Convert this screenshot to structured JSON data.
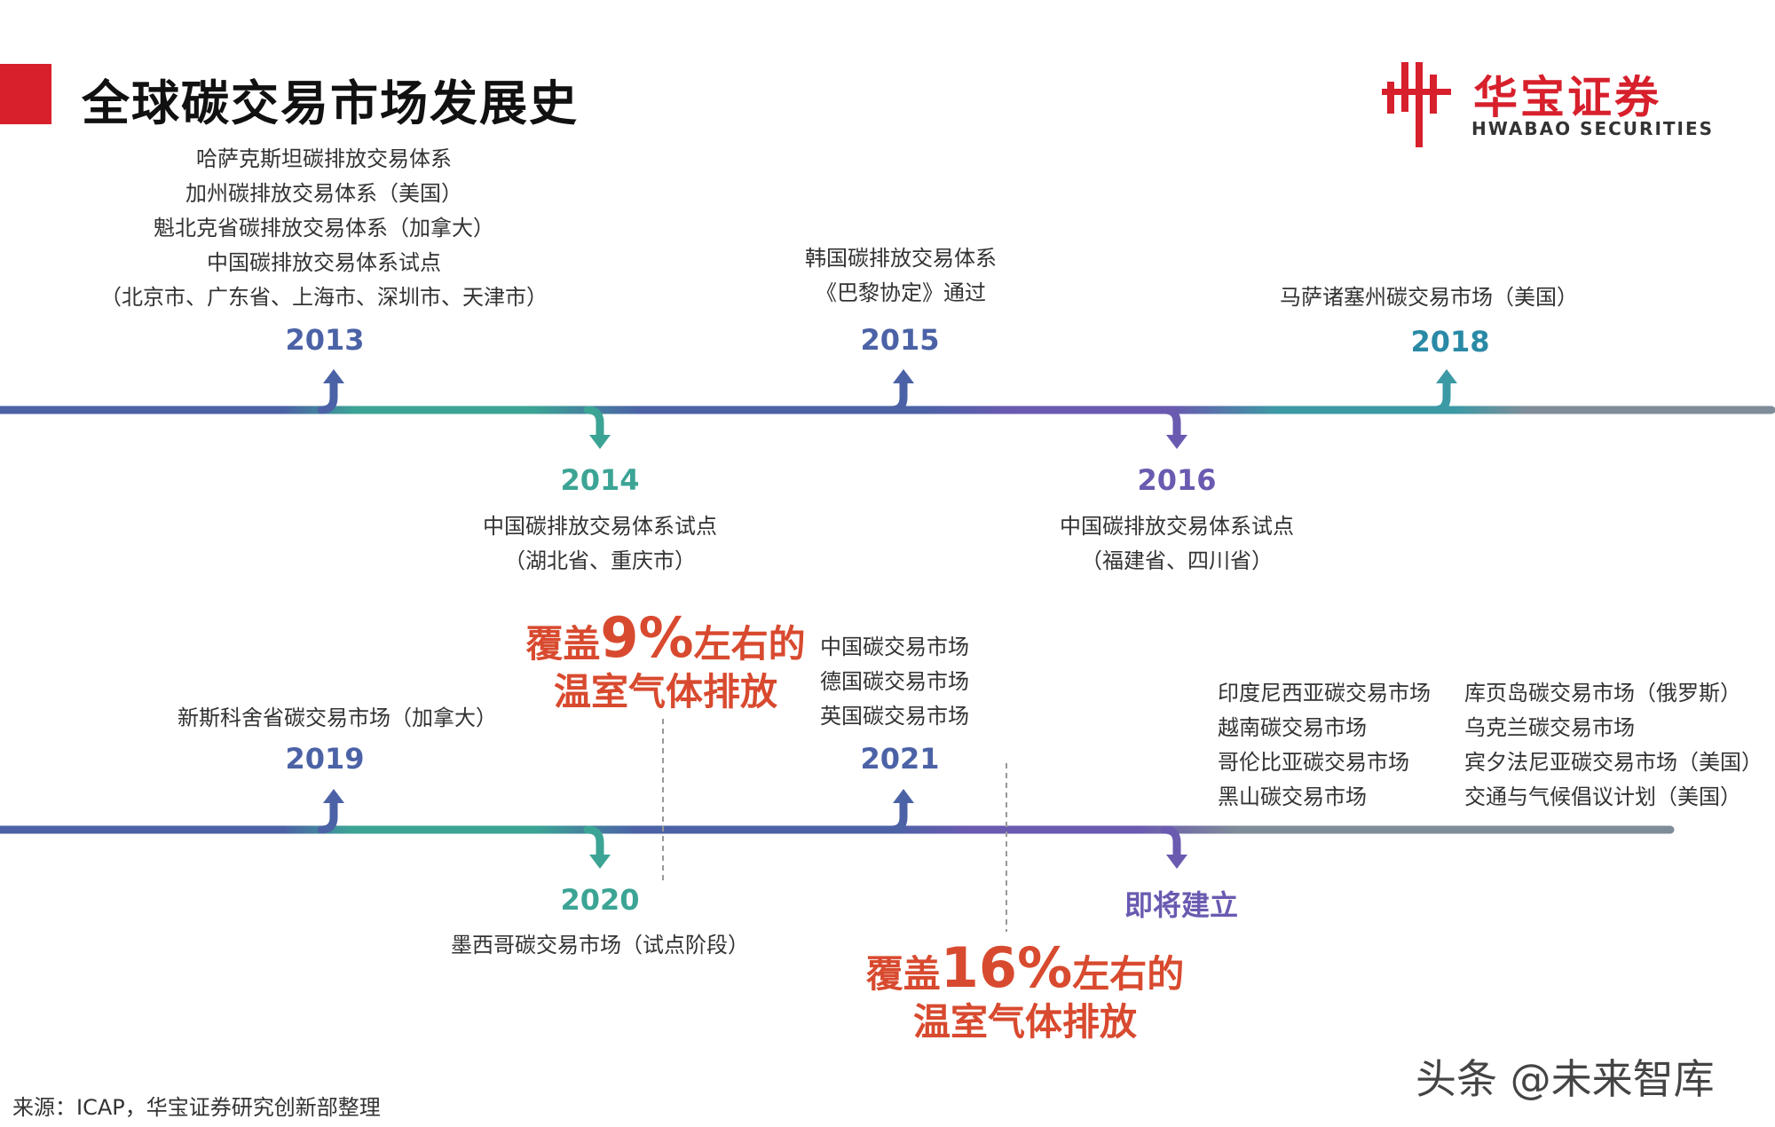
{
  "title": "全球碳交易市场发展史",
  "logo": {
    "name": "华宝证券",
    "sub": "HWABAO SECURITIES",
    "color": "#d7202c"
  },
  "colors": {
    "blue": "#4b62a6",
    "teal": "#3ca495",
    "purple": "#6a5ab0",
    "gray": "#7f8c99",
    "red": "#d84a2f"
  },
  "events": {
    "y2013": {
      "year": "2013",
      "lines": [
        "哈萨克斯坦碳排放交易体系",
        "加州碳排放交易体系（美国）",
        "魁北克省碳排放交易体系（加拿大）",
        "中国碳排放交易体系试点",
        "（北京市、广东省、上海市、深圳市、天津市）"
      ]
    },
    "y2014": {
      "year": "2014",
      "lines": [
        "中国碳排放交易体系试点",
        "（湖北省、重庆市）"
      ]
    },
    "y2015": {
      "year": "2015",
      "lines": [
        "韩国碳排放交易体系",
        "《巴黎协定》通过"
      ]
    },
    "y2016": {
      "year": "2016",
      "lines": [
        "中国碳排放交易体系试点",
        "（福建省、四川省）"
      ]
    },
    "y2018": {
      "year": "2018",
      "lines": [
        "马萨诸塞州碳交易市场（美国）"
      ]
    },
    "y2019": {
      "year": "2019",
      "lines": [
        "新斯科舍省碳交易市场（加拿大）"
      ]
    },
    "y2020": {
      "year": "2020",
      "lines": [
        "墨西哥碳交易市场（试点阶段）"
      ]
    },
    "y2021": {
      "year": "2021",
      "lines": [
        "中国碳交易市场",
        "德国碳交易市场",
        "英国碳交易市场"
      ]
    },
    "upcoming": {
      "year": "即将建立",
      "col1": [
        "印度尼西亚碳交易市场",
        "越南碳交易市场",
        "哥伦比亚碳交易市场",
        "黑山碳交易市场"
      ],
      "col2": [
        "库页岛碳交易市场（俄罗斯）",
        "乌克兰碳交易市场",
        "宾夕法尼亚碳交易市场（美国）",
        "交通与气候倡议计划（美国）"
      ]
    }
  },
  "coverage": [
    {
      "pre": "覆盖",
      "pct": "9%",
      "post": "左右的",
      "line2": "温室气体排放"
    },
    {
      "pre": "覆盖",
      "pct": "16%",
      "post": "左右的",
      "line2": "温室气体排放"
    }
  ],
  "source": "来源：ICAP，华宝证券研究创新部整理",
  "watermark": "头条 @未来智库"
}
